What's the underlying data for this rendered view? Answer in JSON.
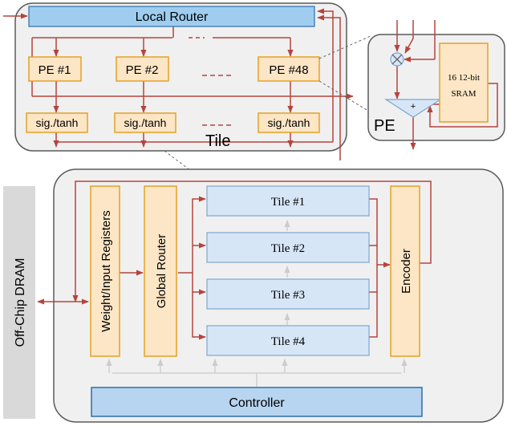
{
  "tile_view": {
    "local_router": "Local Router",
    "pes": [
      "PE #1",
      "PE #2",
      "PE #48"
    ],
    "activations": [
      "sig./tanh",
      "sig./tanh",
      "sig./tanh"
    ],
    "tile_label": "Tile"
  },
  "pe_view": {
    "sram": [
      "16 12-bit",
      "SRAM"
    ],
    "adder_symbol": "+",
    "pe_label": "PE"
  },
  "chip_view": {
    "dram": "Off-Chip DRAM",
    "registers": "Weight/Input Registers",
    "global_router": "Global Router",
    "tiles": [
      "Tile #1",
      "Tile #2",
      "Tile #3",
      "Tile #4"
    ],
    "encoder": "Encoder",
    "controller": "Controller"
  },
  "colors": {
    "wire": "#b5443e",
    "control_wire": "#d0d0d0",
    "orange_fill": "#fde6c6",
    "orange_border": "#e4a124",
    "blue_fill": "#d7e6f7",
    "blue_border": "#7ea6cf",
    "controller_fill": "#b7d4f0",
    "controller_border": "#2d6fa6",
    "router_fill": "#9fcdf0",
    "dram_fill": "#d9d9d9",
    "panel_border": "#5a5a5a"
  }
}
